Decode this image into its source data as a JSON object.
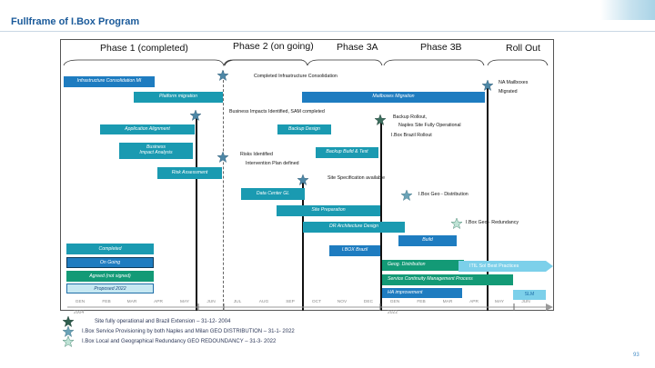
{
  "slide": {
    "title": "Fullframe of I.Box Program",
    "page_number": "93"
  },
  "phases": [
    "Phase 1 (completed)",
    "Phase 2 (on going)",
    "Phase 3A",
    "Phase 3B",
    "Roll Out"
  ],
  "bars": {
    "infra": "Infrastructure Consolidation MI",
    "platform": "Platform migration",
    "mailboxes": "Mailboxes Migration",
    "app_align": "Application Alignment",
    "backup_design": "Backup Design",
    "business_impact_1": "Business",
    "business_impact_2": "Impact Analysis",
    "backup_build": "Backup Build & Test",
    "risk": "Risk Assessment",
    "dc": "Data Center GL",
    "site_prep": "Site Preparation",
    "dr": "DR Architecture Design",
    "build": "Build",
    "ibox_brazil": "I.BOX Brazil",
    "geog": "Geog. Distribution",
    "itil": "ITIL Sol Best       Practices",
    "service_cont": "Service Continuity Management Process",
    "ha": "HA improvement",
    "slm": "SLM"
  },
  "status_legend": [
    "Completed",
    "On Going",
    "Agreed (not signed)",
    "Proposed 2022"
  ],
  "annotations": {
    "completed_infra": "Completed Infrastructure Consolidation",
    "na_mailboxes_1": "NA Mailboxes",
    "na_mailboxes_2": "Migrated",
    "business_impacts": "Business Impacts Identified, SAM completed",
    "backup_rollout_1": "Backup Rollout,",
    "backup_rollout_2": "Naples Site Fully Operational",
    "backup_rollout_3": "I.Box    Brazil Rollout",
    "risks_1": "Risks Identified",
    "risks_2": "Intervention Plan defined",
    "site_spec": "Site Specification available",
    "ibox_distribution": "I.Box    Geo -    Distribution",
    "ibox_redundancy": "I.Box    Geo -    Redundancy"
  },
  "months": [
    "GEN",
    "FEB",
    "MAR",
    "APR",
    "MAY",
    "JUN",
    "JUL",
    "AUG",
    "SEP",
    "OCT",
    "NOV",
    "DEC",
    "GEN",
    "FEB",
    "MAR",
    "APR",
    "MAY",
    "JUN"
  ],
  "years": [
    "2004",
    "2022"
  ],
  "milestones_legend": [
    "Site fully operational and Brazil Extension       –  31-12- 2004",
    "I.Box    Service Provisioning by both Naples and Milan GEO DISTRIBUTION   –  31-1- 2022",
    "I.Box    Local and Geographical Redundancy  GEO REDOUNDANCY   –  31-3- 2022"
  ],
  "colors": {
    "completed": "#1a9ab1",
    "on_going": "#1e7cc0",
    "agreed": "#139a76",
    "proposed": "#7cd0ea",
    "title": "#1a5a9a"
  },
  "icons": [
    "star-icon",
    "arrow-right-icon"
  ]
}
